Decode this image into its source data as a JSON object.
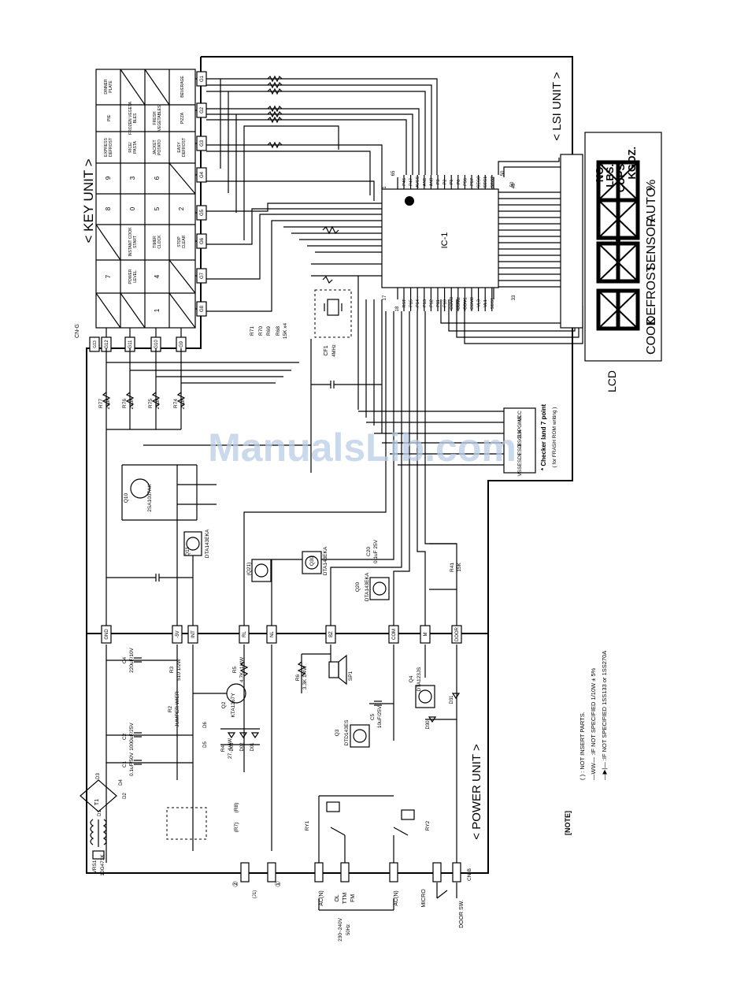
{
  "units": {
    "key_unit": "< KEY UNIT >",
    "lsi_unit": "< LSI UNIT >",
    "power_unit": "< POWER UNIT >",
    "lcd": "LCD"
  },
  "key_matrix": {
    "rows": [
      [
        "DINNER PLATE",
        "",
        "",
        "",
        "BEVERAGE"
      ],
      [
        "PIE",
        "FROZEN VEGETA BLES",
        "FRESH VEGETABLES",
        "PIZZA"
      ],
      [
        "EXPRESS DEFROST",
        "RICE/ PASTA",
        "JACKET POTATO",
        "EASY DEFROST"
      ],
      [
        "9",
        "3",
        "6",
        ""
      ],
      [
        "8",
        "0",
        "5",
        "2"
      ],
      [
        "",
        "INSTANT COOK START",
        "TIMER CLOCK",
        "STOP CLEAR"
      ],
      [
        "7",
        "POWER LEVEL",
        "4",
        ""
      ],
      [
        "",
        "",
        "1",
        ""
      ]
    ],
    "g_lines": [
      "G1",
      "G2",
      "G3",
      "G4",
      "G5",
      "G6",
      "G7",
      "G8"
    ],
    "g_inputs": [
      "G12",
      "G11",
      "G10",
      "G9"
    ],
    "connector": "CN-G",
    "g13": "G13"
  },
  "ic": {
    "name": "IC-1",
    "pin_numbers": [
      "1",
      "65",
      "50",
      "49",
      "33",
      "17",
      "18"
    ],
    "top_pins": [
      "P46",
      "P47",
      "AVSS",
      "AN1",
      "AN0",
      "P3",
      "P2",
      "P1",
      "P0",
      "P56",
      "P57",
      "SEG0",
      "SEG1",
      "SEG2"
    ],
    "bottom_pins": [
      "RST",
      "P15",
      "P14",
      "P13",
      "P12",
      "P11",
      "P10",
      "COM3",
      "COM2",
      "COM1",
      "COM0",
      "VL3",
      "VL1",
      "SEG1"
    ],
    "crystal": "CF1",
    "crystal_freq": "4MHz"
  },
  "lcd": {
    "indicators": [
      "NO.",
      "LBS.",
      "CUPS",
      "KG",
      "OZ."
    ],
    "words": [
      "COOK",
      "DEFROST",
      "SENSOR",
      "AUTO",
      "%"
    ],
    "digits": [
      "8",
      "8",
      "8",
      "8"
    ]
  },
  "resistors": [
    {
      "ref": "R71",
      "value": ""
    },
    {
      "ref": "R70",
      "value": ""
    },
    {
      "ref": "R69",
      "value": ""
    },
    {
      "ref": "R68",
      "value": "15K x4"
    },
    {
      "ref": "R77",
      "value": "270K"
    },
    {
      "ref": "R76",
      "value": "270K"
    },
    {
      "ref": "R75",
      "value": "270K"
    },
    {
      "ref": "R74",
      "value": "270K"
    },
    {
      "ref": "R41",
      "value": "15K"
    },
    {
      "ref": "R5",
      "value": "4.7K, 1/4W"
    },
    {
      "ref": "R6",
      "value": "3.3K 1/4W"
    },
    {
      "ref": "R3",
      "value": "510 1/2W"
    },
    {
      "ref": "R2",
      "value": "JUMPER WIER"
    },
    {
      "ref": "R4",
      "value": "27, 1/4W"
    },
    {
      "ref": "(R7)",
      "value": ""
    },
    {
      "ref": "(R8)",
      "value": ""
    }
  ],
  "transistors": [
    {
      "ref": "Q10",
      "part": "2SA1037AK"
    },
    {
      "ref": "Q11",
      "part": "DTA143EKA"
    },
    {
      "ref": "(Q21)",
      "part": ""
    },
    {
      "ref": "Q30",
      "part": "DTA143EKA"
    },
    {
      "ref": "Q20",
      "part": "DTA143EKA"
    },
    {
      "ref": "Q2",
      "part": "KTA1267Y"
    },
    {
      "ref": "Q3",
      "part": "DTD143ES"
    },
    {
      "ref": "Q4",
      "part": "DTA123JS"
    }
  ],
  "capacitors": [
    {
      "ref": "C20",
      "value": "0.1uF 25V"
    },
    {
      "ref": "C4",
      "value": "220uF/10V"
    },
    {
      "ref": "C2",
      "value": "1000uF/25V"
    },
    {
      "ref": "C1",
      "value": "0.1uF/50V"
    },
    {
      "ref": "C5",
      "value": "10uF/25V"
    }
  ],
  "bus_labels": [
    "GND",
    "-5V",
    "INT",
    "RL",
    "NL",
    "BZ",
    "COM",
    "M",
    "DOOR"
  ],
  "diodes": [
    "D1",
    "D2",
    "D3",
    "D4",
    "D5",
    "D6",
    "D31",
    "D30",
    "D01",
    "D02",
    "D03"
  ],
  "power": {
    "transformer": "T1",
    "varistor": "VRS1",
    "varistor_part": "10G471K",
    "relay1": "RY1",
    "relay2": "RY2",
    "buzzer": "SP1",
    "connector_b": "CN-B",
    "thermal": "(J1)",
    "ac_n": "AC(N)",
    "ol_ttm_fm": [
      "OL",
      "TTM",
      "FM"
    ],
    "voltage": "230~240V",
    "freq": "50Hz",
    "micro": "MICRO",
    "door_sw": "DOOR SW.",
    "circle_1": "①",
    "circle_2": "②"
  },
  "checker": {
    "title": "* Checker land 7 point",
    "subtitle": "( for FRASH ROM writing )",
    "pins": [
      "VCC",
      "ESPGMB",
      "ESCLK",
      "ESDI",
      "ESDI",
      "VSS"
    ]
  },
  "note": {
    "title": "[NOTE]",
    "lines": [
      "( ) : NOT INSERT PARTS.",
      "—WW— :IF NOT SPECIFIED 1/10W ± 5%",
      "—▶|— :IF NOT SPECIFIED 1SS133 or 1SS270A"
    ]
  },
  "watermark": "ManualsLib.com"
}
